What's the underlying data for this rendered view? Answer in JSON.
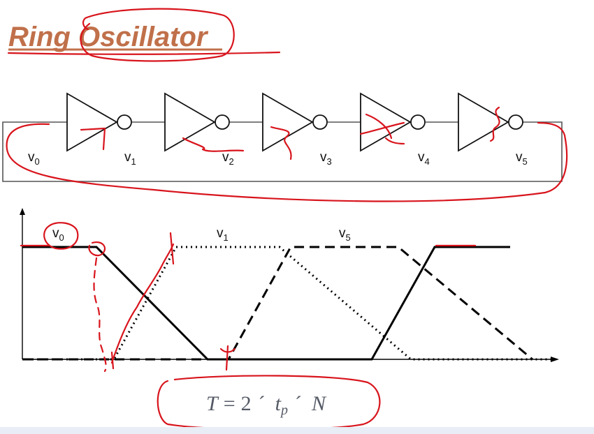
{
  "slide": {
    "title": "Ring Oscillator",
    "circuit": {
      "stage_count": 5,
      "nodes": [
        {
          "base": "v",
          "sub": "0"
        },
        {
          "base": "v",
          "sub": "1"
        },
        {
          "base": "v",
          "sub": "2"
        },
        {
          "base": "v",
          "sub": "3"
        },
        {
          "base": "v",
          "sub": "4"
        },
        {
          "base": "v",
          "sub": "5"
        }
      ]
    },
    "waveform": {
      "labels": [
        {
          "base": "v",
          "sub": "0"
        },
        {
          "base": "v",
          "sub": "1"
        },
        {
          "base": "v",
          "sub": "5"
        }
      ]
    },
    "formula": {
      "lhs": "T",
      "eq": "=",
      "k": "2",
      "sep1": "´",
      "t": "t",
      "t_sub": "p",
      "sep2": "´",
      "n": "N"
    },
    "colors": {
      "title": "#c0704a",
      "annotation_ink": "#d8141c",
      "formula": "#555a66"
    }
  }
}
